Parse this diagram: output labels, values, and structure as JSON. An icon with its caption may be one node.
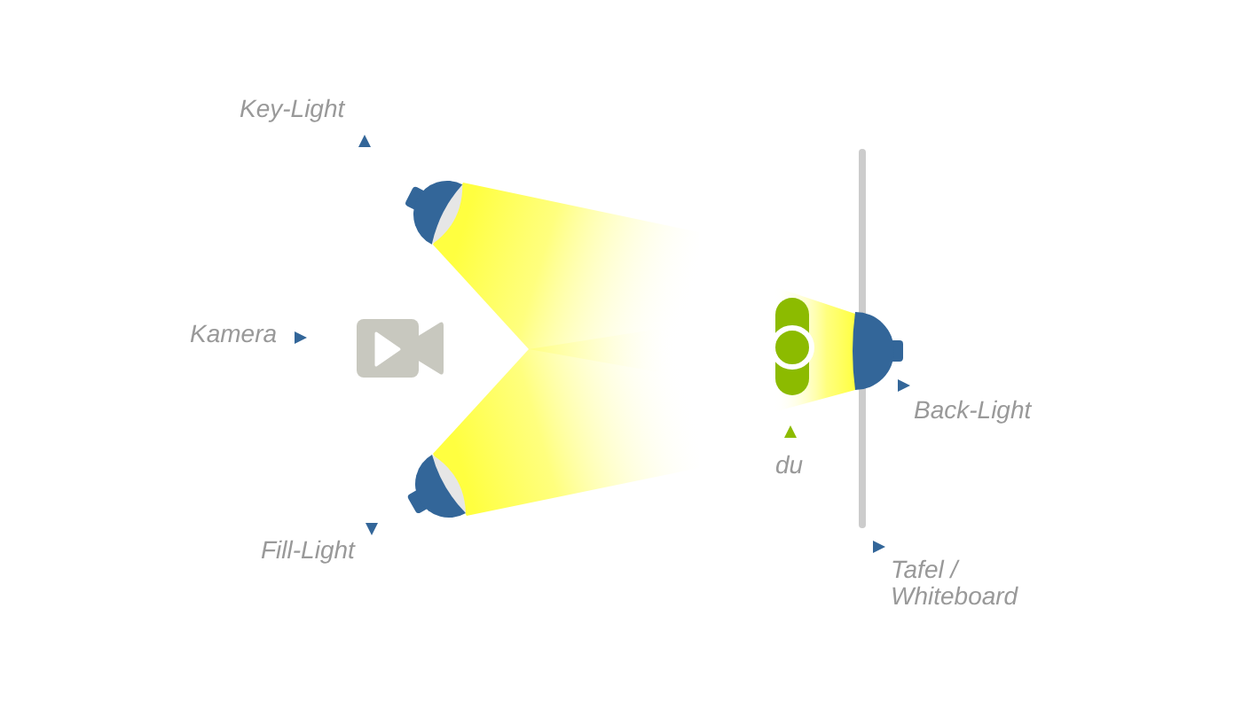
{
  "diagram": {
    "labels": [
      "Key-Light",
      "Kamera",
      "Back-Light",
      "du",
      "Fill-Light",
      "Tafel / Whiteboard"
    ]
  }
}
